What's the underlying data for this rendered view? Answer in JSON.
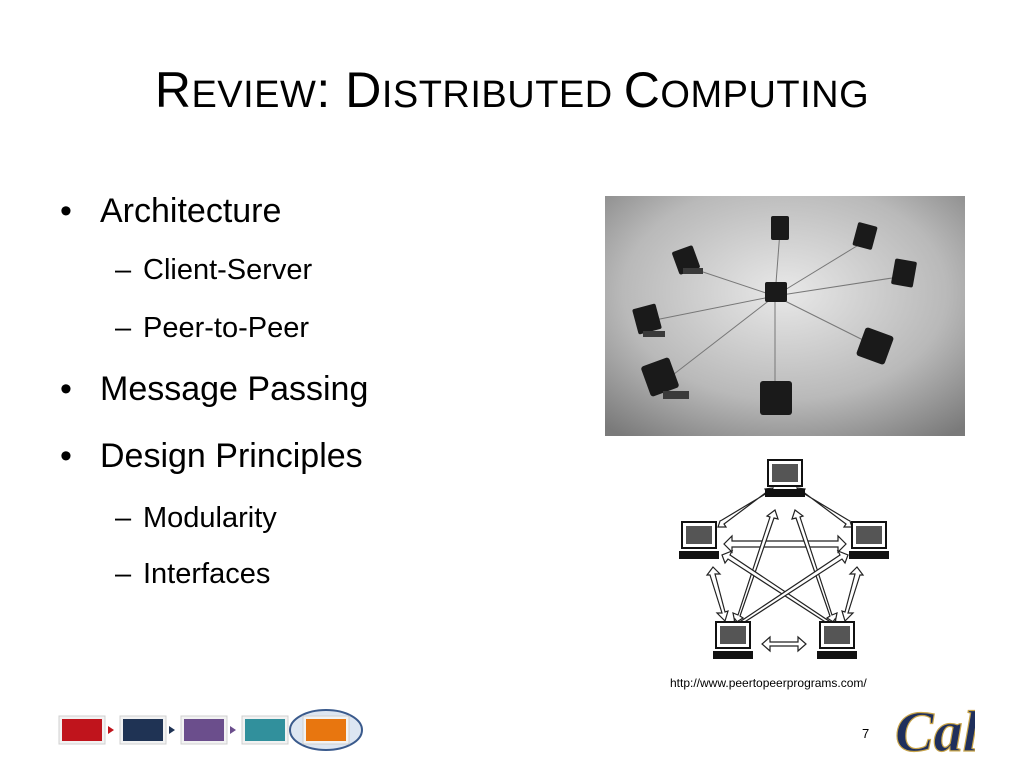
{
  "slide": {
    "title_parts": [
      {
        "text": "R",
        "size": "big"
      },
      {
        "text": "EVIEW",
        "size": "small"
      },
      {
        "text": ": ",
        "size": "big"
      },
      {
        "text": "D",
        "size": "big"
      },
      {
        "text": "ISTRIBUTED ",
        "size": "small"
      },
      {
        "text": "C",
        "size": "big"
      },
      {
        "text": "OMPUTING",
        "size": "small"
      }
    ],
    "bullets": [
      {
        "level": 1,
        "marker": "•",
        "text": "Architecture"
      },
      {
        "level": 2,
        "marker": "–",
        "text": "Client-Server"
      },
      {
        "level": 2,
        "marker": "–",
        "text": "Peer-to-Peer"
      },
      {
        "level": 1,
        "marker": "•",
        "text": "Message Passing"
      },
      {
        "level": 1,
        "marker": "•",
        "text": "Design Principles"
      },
      {
        "level": 2,
        "marker": "–",
        "text": "Modularity"
      },
      {
        "level": 2,
        "marker": "–",
        "text": "Interfaces"
      }
    ],
    "image_caption": "http://www.peertopeerprograms.com/",
    "page_number": "7",
    "logo_text": "Cal"
  },
  "nav": {
    "steps": [
      {
        "color": "#c0141c",
        "active": false
      },
      {
        "color": "#1f3354",
        "active": false
      },
      {
        "color": "#6b4e8c",
        "active": false
      },
      {
        "color": "#31909c",
        "active": false
      },
      {
        "color": "#e8760f",
        "active": true
      }
    ],
    "arrow_color": "#c0141c",
    "active_ring_color": "#3a5a8c"
  },
  "colors": {
    "logo": "#1f2f5c"
  }
}
